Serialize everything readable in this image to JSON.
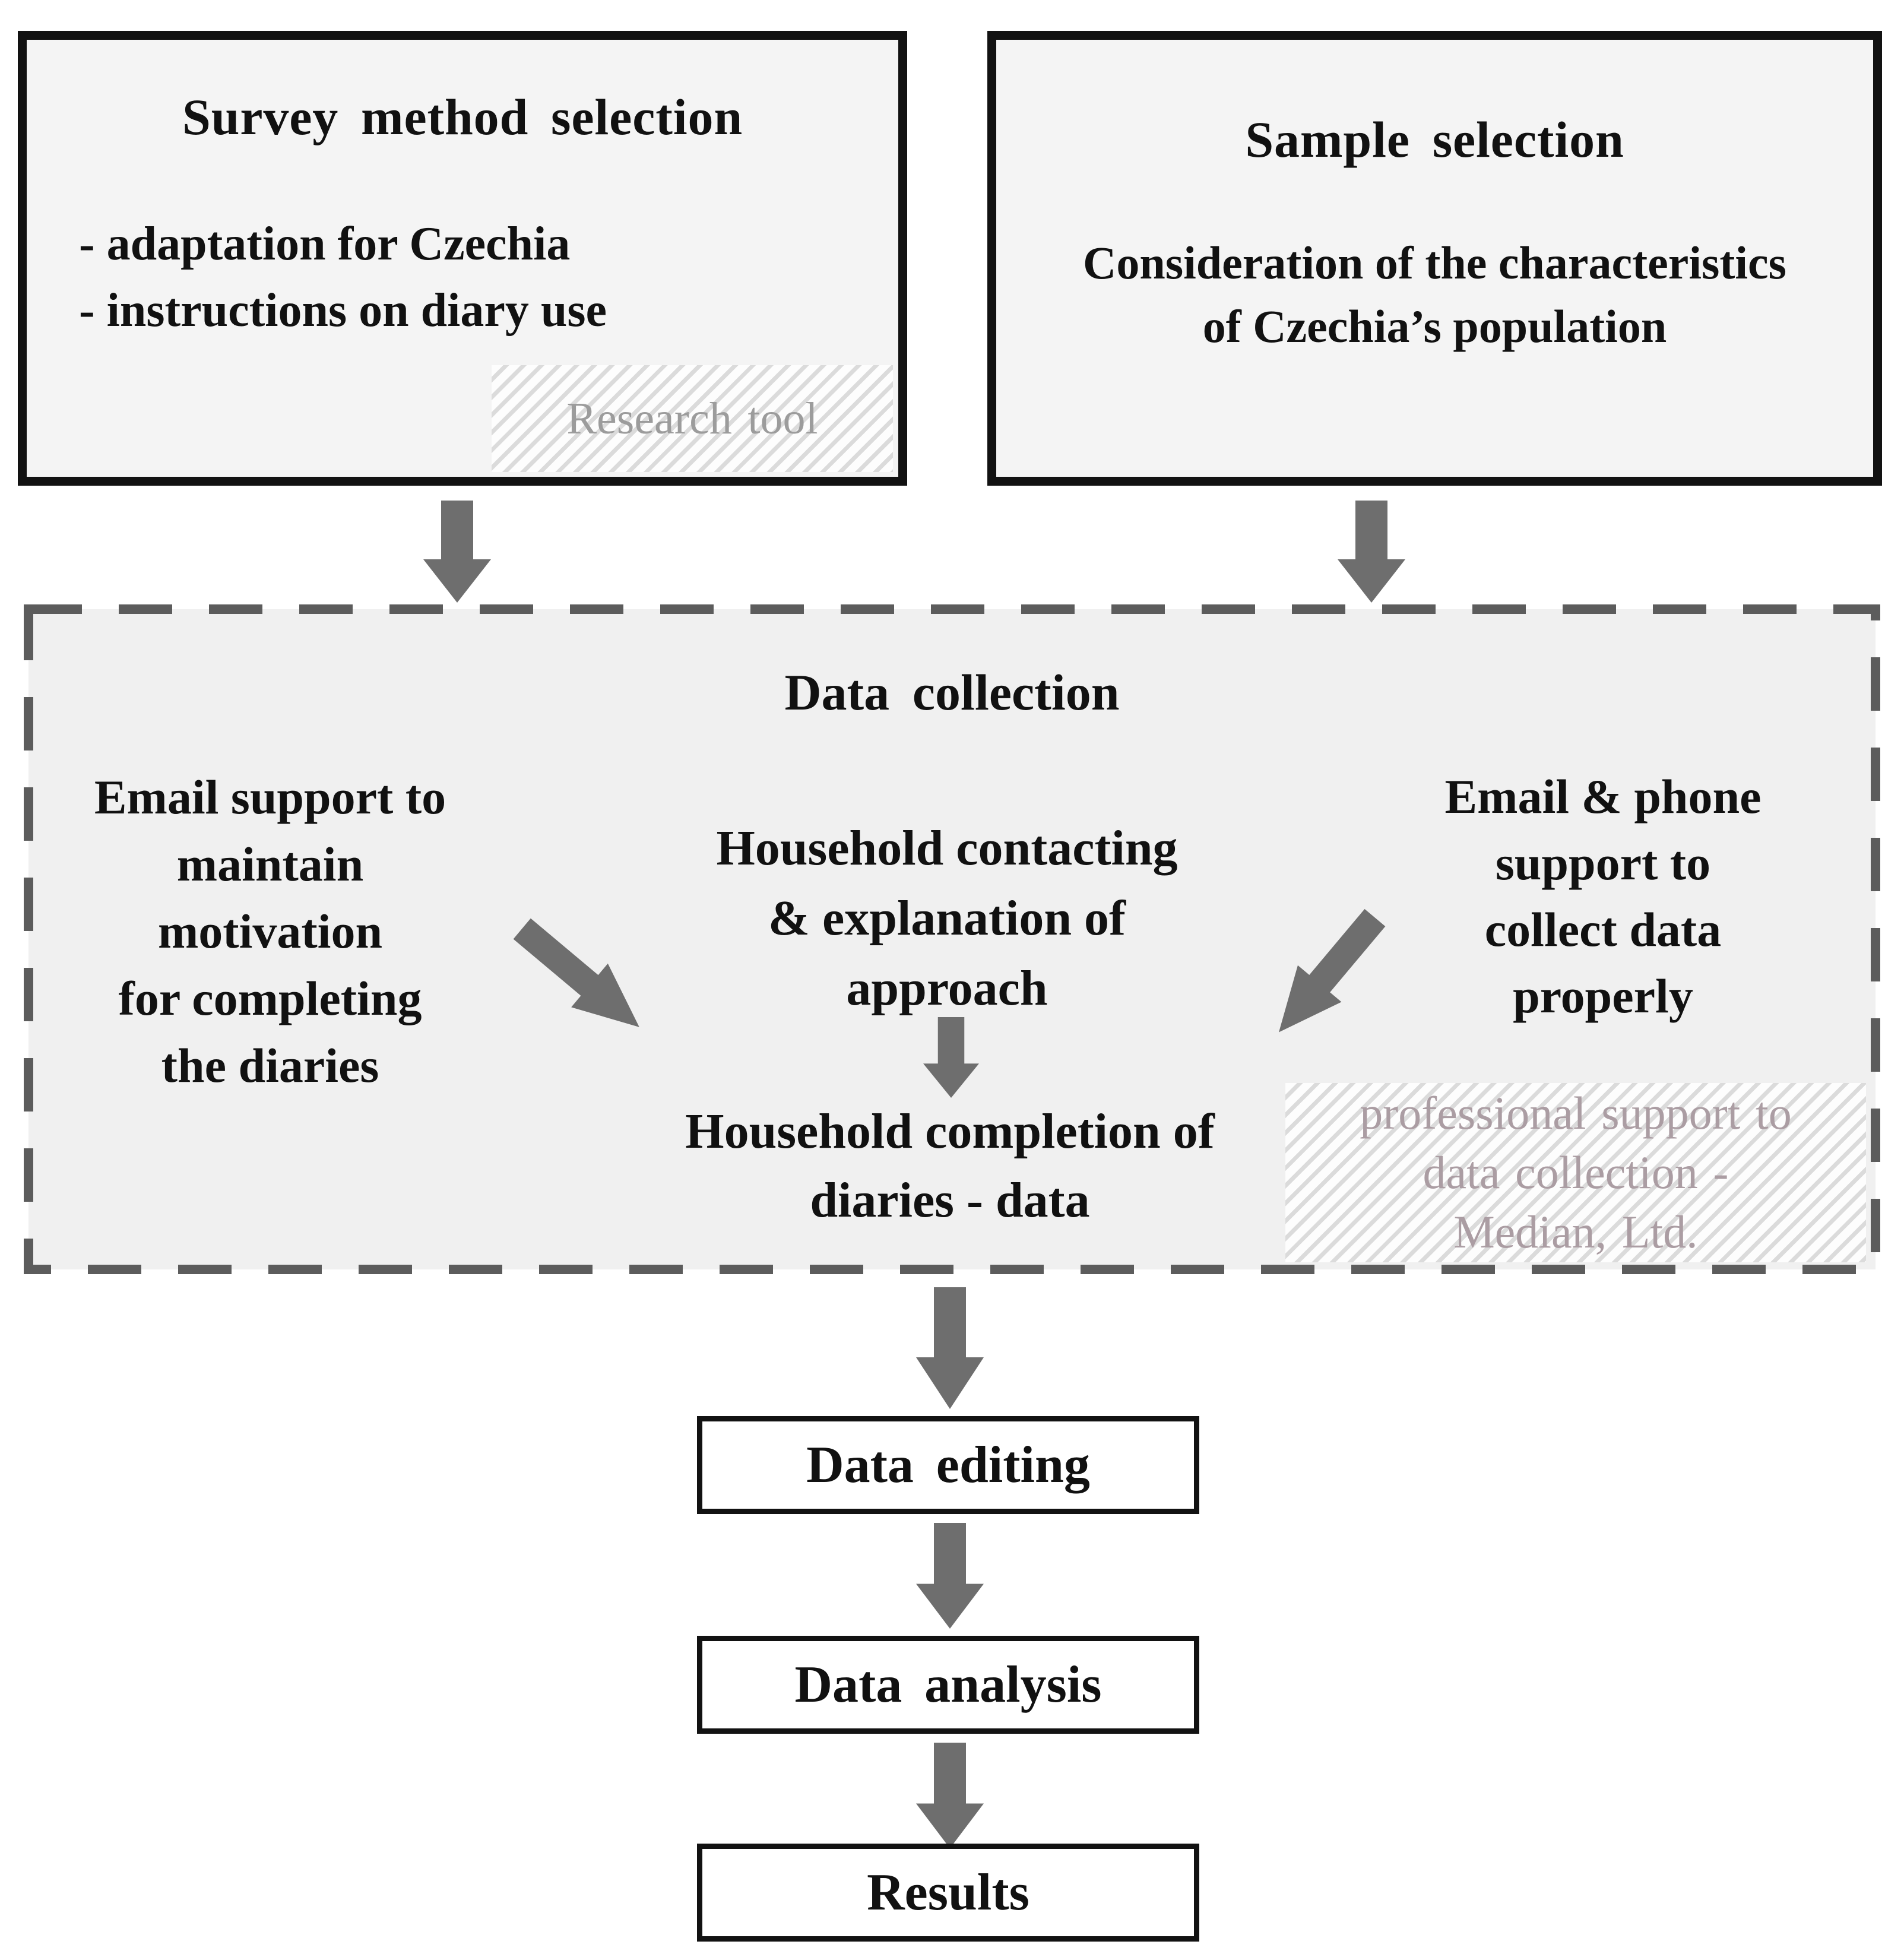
{
  "survey_box": {
    "title": "Survey method selection",
    "bullets": [
      "- adaptation for Czechia",
      "- instructions on diary use"
    ],
    "hatch_label": "Research tool"
  },
  "sample_box": {
    "title": "Sample selection",
    "body": [
      "Consideration of the characteristics",
      "of Czechia’s  population"
    ]
  },
  "data_collection": {
    "title": "Data collection",
    "left_note": [
      "Email  support to",
      "maintain",
      "motivation",
      "for completing",
      "the diaries"
    ],
    "center_top": [
      "Household contacting",
      "& explanation of",
      "approach"
    ],
    "center_bottom": [
      "Household completion of",
      "diaries - data"
    ],
    "right_note": [
      "Email  & phone",
      "support to",
      "collect data",
      "properly"
    ],
    "hatch_note": [
      "professional support to",
      "data collection -",
      "Median, Ltd."
    ]
  },
  "flow_boxes": [
    "Data editing",
    "Data analysis",
    "Results"
  ],
  "icons": {
    "down_arrow": "block-down-arrow",
    "diag_left_arrow": "block-arrow-down-right",
    "diag_right_arrow": "block-arrow-down-left"
  },
  "colors": {
    "arrow_gray": "#6e6e6e",
    "solid_box_fill": "#f4f4f4",
    "solid_box_border": "#121212",
    "dashed_box_fill": "#f0f0f0",
    "dashed_border_gray": "#5c5c5c",
    "hatch_stripe": "#dbdbdb",
    "hatch_text_gray": "#9c9c9c",
    "hatch_text_pink": "#ab9da3",
    "text_black": "#111111"
  }
}
